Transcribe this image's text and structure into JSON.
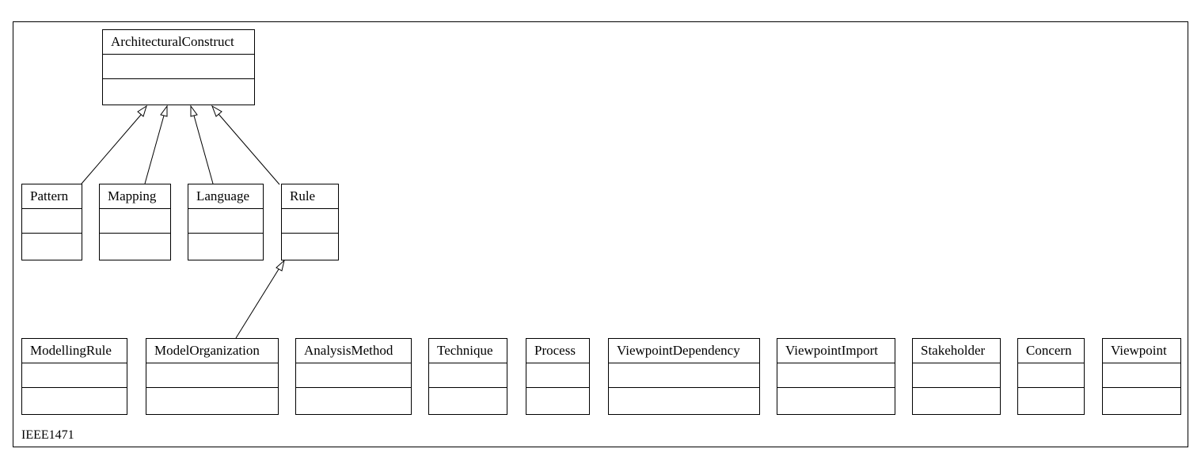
{
  "package": {
    "name": "IEEE1471"
  },
  "classes": {
    "architectural_construct": "ArchitecturalConstruct",
    "pattern": "Pattern",
    "mapping": "Mapping",
    "language": "Language",
    "rule": "Rule",
    "modelling_rule": "ModellingRule",
    "model_organization": "ModelOrganization",
    "analysis_method": "AnalysisMethod",
    "technique": "Technique",
    "process": "Process",
    "viewpoint_dependency": "ViewpointDependency",
    "viewpoint_import": "ViewpointImport",
    "stakeholder": "Stakeholder",
    "concern": "Concern",
    "viewpoint": "Viewpoint"
  },
  "generalizations": [
    {
      "child": "Pattern",
      "parent": "ArchitecturalConstruct"
    },
    {
      "child": "Mapping",
      "parent": "ArchitecturalConstruct"
    },
    {
      "child": "Language",
      "parent": "ArchitecturalConstruct"
    },
    {
      "child": "Rule",
      "parent": "ArchitecturalConstruct"
    },
    {
      "child": "ModelOrganization",
      "parent": "Rule"
    }
  ]
}
